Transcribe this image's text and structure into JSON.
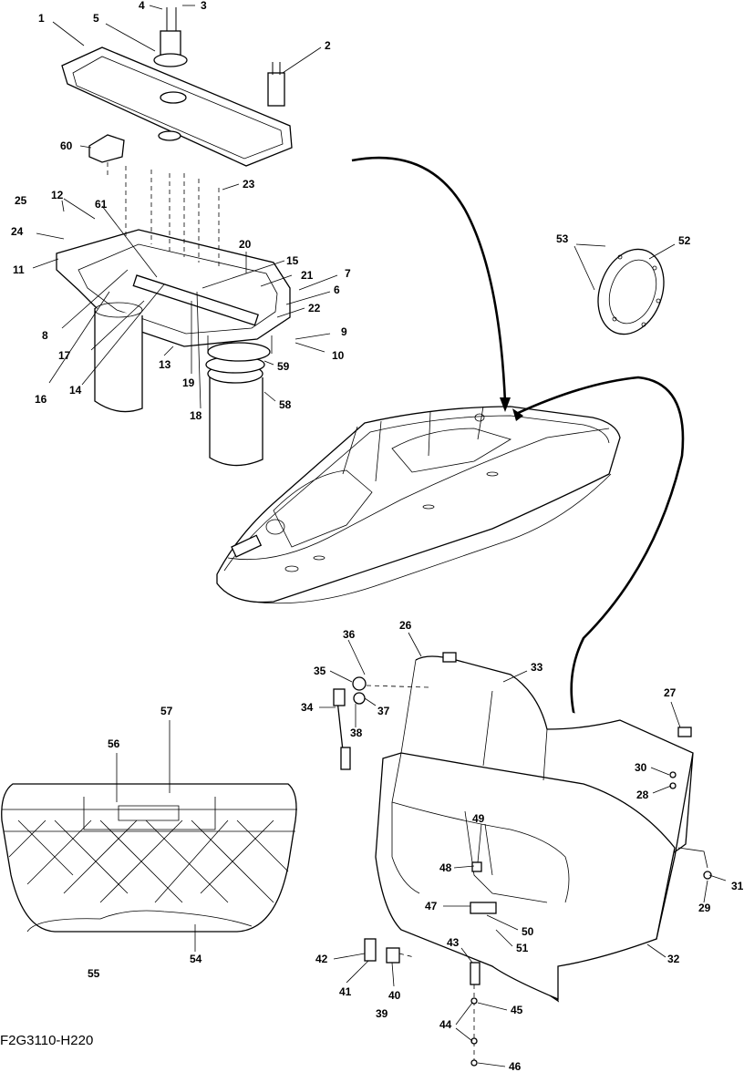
{
  "figure_code": "F2G3110-H220",
  "callouts": {
    "c1": "1",
    "c2": "2",
    "c3": "3",
    "c4": "4",
    "c5": "5",
    "c6": "6",
    "c7": "7",
    "c8": "8",
    "c9": "9",
    "c10": "10",
    "c11": "11",
    "c12": "12",
    "c13": "13",
    "c14": "14",
    "c15": "15",
    "c16": "16",
    "c17": "17",
    "c18": "18",
    "c19": "19",
    "c20": "20",
    "c21": "21",
    "c22": "22",
    "c23": "23",
    "c24": "24",
    "c25": "25",
    "c26": "26",
    "c27": "27",
    "c28": "28",
    "c29": "29",
    "c30": "30",
    "c31": "31",
    "c32": "32",
    "c33": "33",
    "c34": "34",
    "c35": "35",
    "c36": "36",
    "c37": "37",
    "c38": "38",
    "c39": "39",
    "c40": "40",
    "c41": "41",
    "c42": "42",
    "c43": "43",
    "c44": "44",
    "c45": "45",
    "c46": "46",
    "c47": "47",
    "c48": "48",
    "c49": "49",
    "c50": "50",
    "c51": "51",
    "c52": "52",
    "c53": "53",
    "c54": "54",
    "c55": "55",
    "c56": "56",
    "c57": "57",
    "c58": "58",
    "c59": "59",
    "c60": "60",
    "c61": "61"
  }
}
